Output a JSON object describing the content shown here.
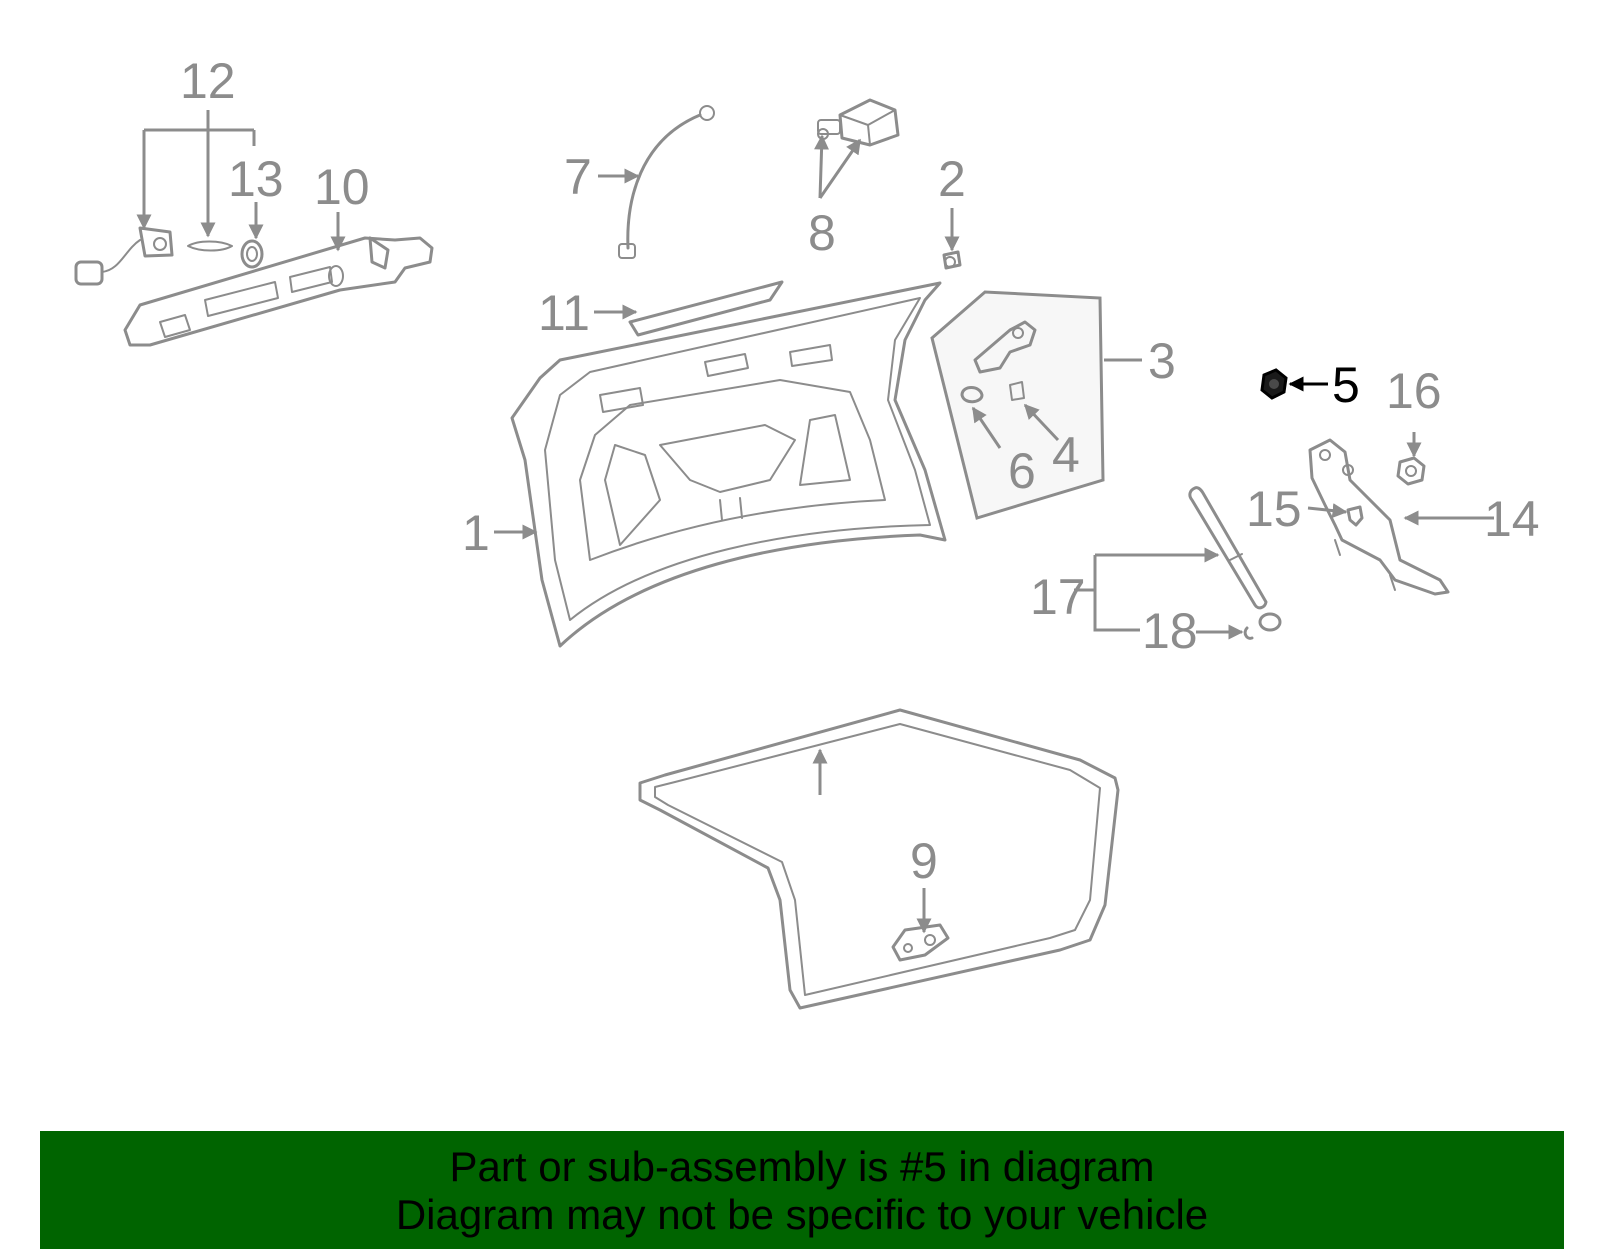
{
  "diagram": {
    "highlighted_part": "5",
    "highlight_color": "#000000",
    "part_color": "#8c8c8c",
    "callouts": [
      "1",
      "2",
      "3",
      "4",
      "5",
      "6",
      "7",
      "8",
      "9",
      "10",
      "11",
      "12",
      "13",
      "14",
      "15",
      "16",
      "17",
      "18"
    ]
  },
  "footer": {
    "background": "#006400",
    "line1": "Part or sub-assembly is #5 in diagram",
    "line2": "Diagram may not be specific to your vehicle"
  }
}
